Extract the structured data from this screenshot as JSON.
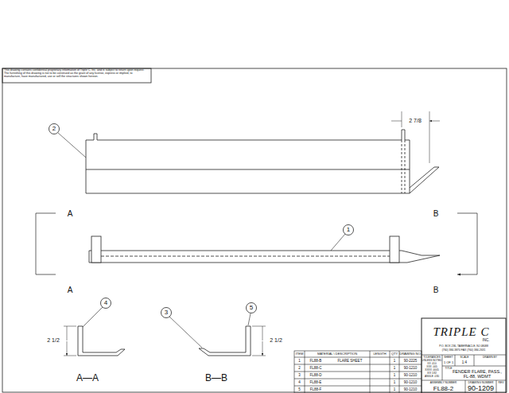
{
  "diagram": {
    "labels": [
      "This drawing contains confidential proprietary information of Triple C, Inc. and is subject to return upon request. The furnishing of this drawing is not to be construed as the grant of any license, express or implied, to manufacture, have manufactured, use or sell the structures shown hereon.",
      "2 7/8",
      "2",
      "A",
      "A",
      "B",
      "B",
      "1",
      "4",
      "3",
      "5",
      "2 1/2",
      "2 1/2",
      "A—A",
      "B—B",
      "ITEM",
      "MATERIAL \\ DESCRIPTION",
      "LENGTH",
      "QTY",
      "DRAWING NO.",
      "1",
      "FL88-B",
      "FLARE SHEET",
      "1",
      "90-2225",
      "2",
      "FL88-C",
      "1",
      "90-1210",
      "3",
      "FL88-D",
      "1",
      "90-1210",
      "4",
      "FL88-E",
      "1",
      "90-1210",
      "5",
      "FL88-F",
      "1",
      "90-1210",
      "TRIPLE C",
      "INC.",
      "P.O. BOX 236, TABERNACLE, NJ 08088",
      "(760) 384-3870 FAX (760) 384-2631",
      "TOLERANCES",
      "UNLESS NOTED",
      "XX .010",
      "XXX .005",
      "XXXX .0005",
      "X/X 1/32",
      "ANGLE .030",
      "SHEET",
      "1 OF 1",
      "SCALE",
      "1:4",
      "DRAWN BY",
      "TITLE",
      "FENDER FLARE, PASS., FL-88, WDMT",
      "ASSEMBLY NUMBER",
      "FL88-2",
      "DRAWING NUMBER",
      "90-1209",
      "REV"
    ]
  }
}
